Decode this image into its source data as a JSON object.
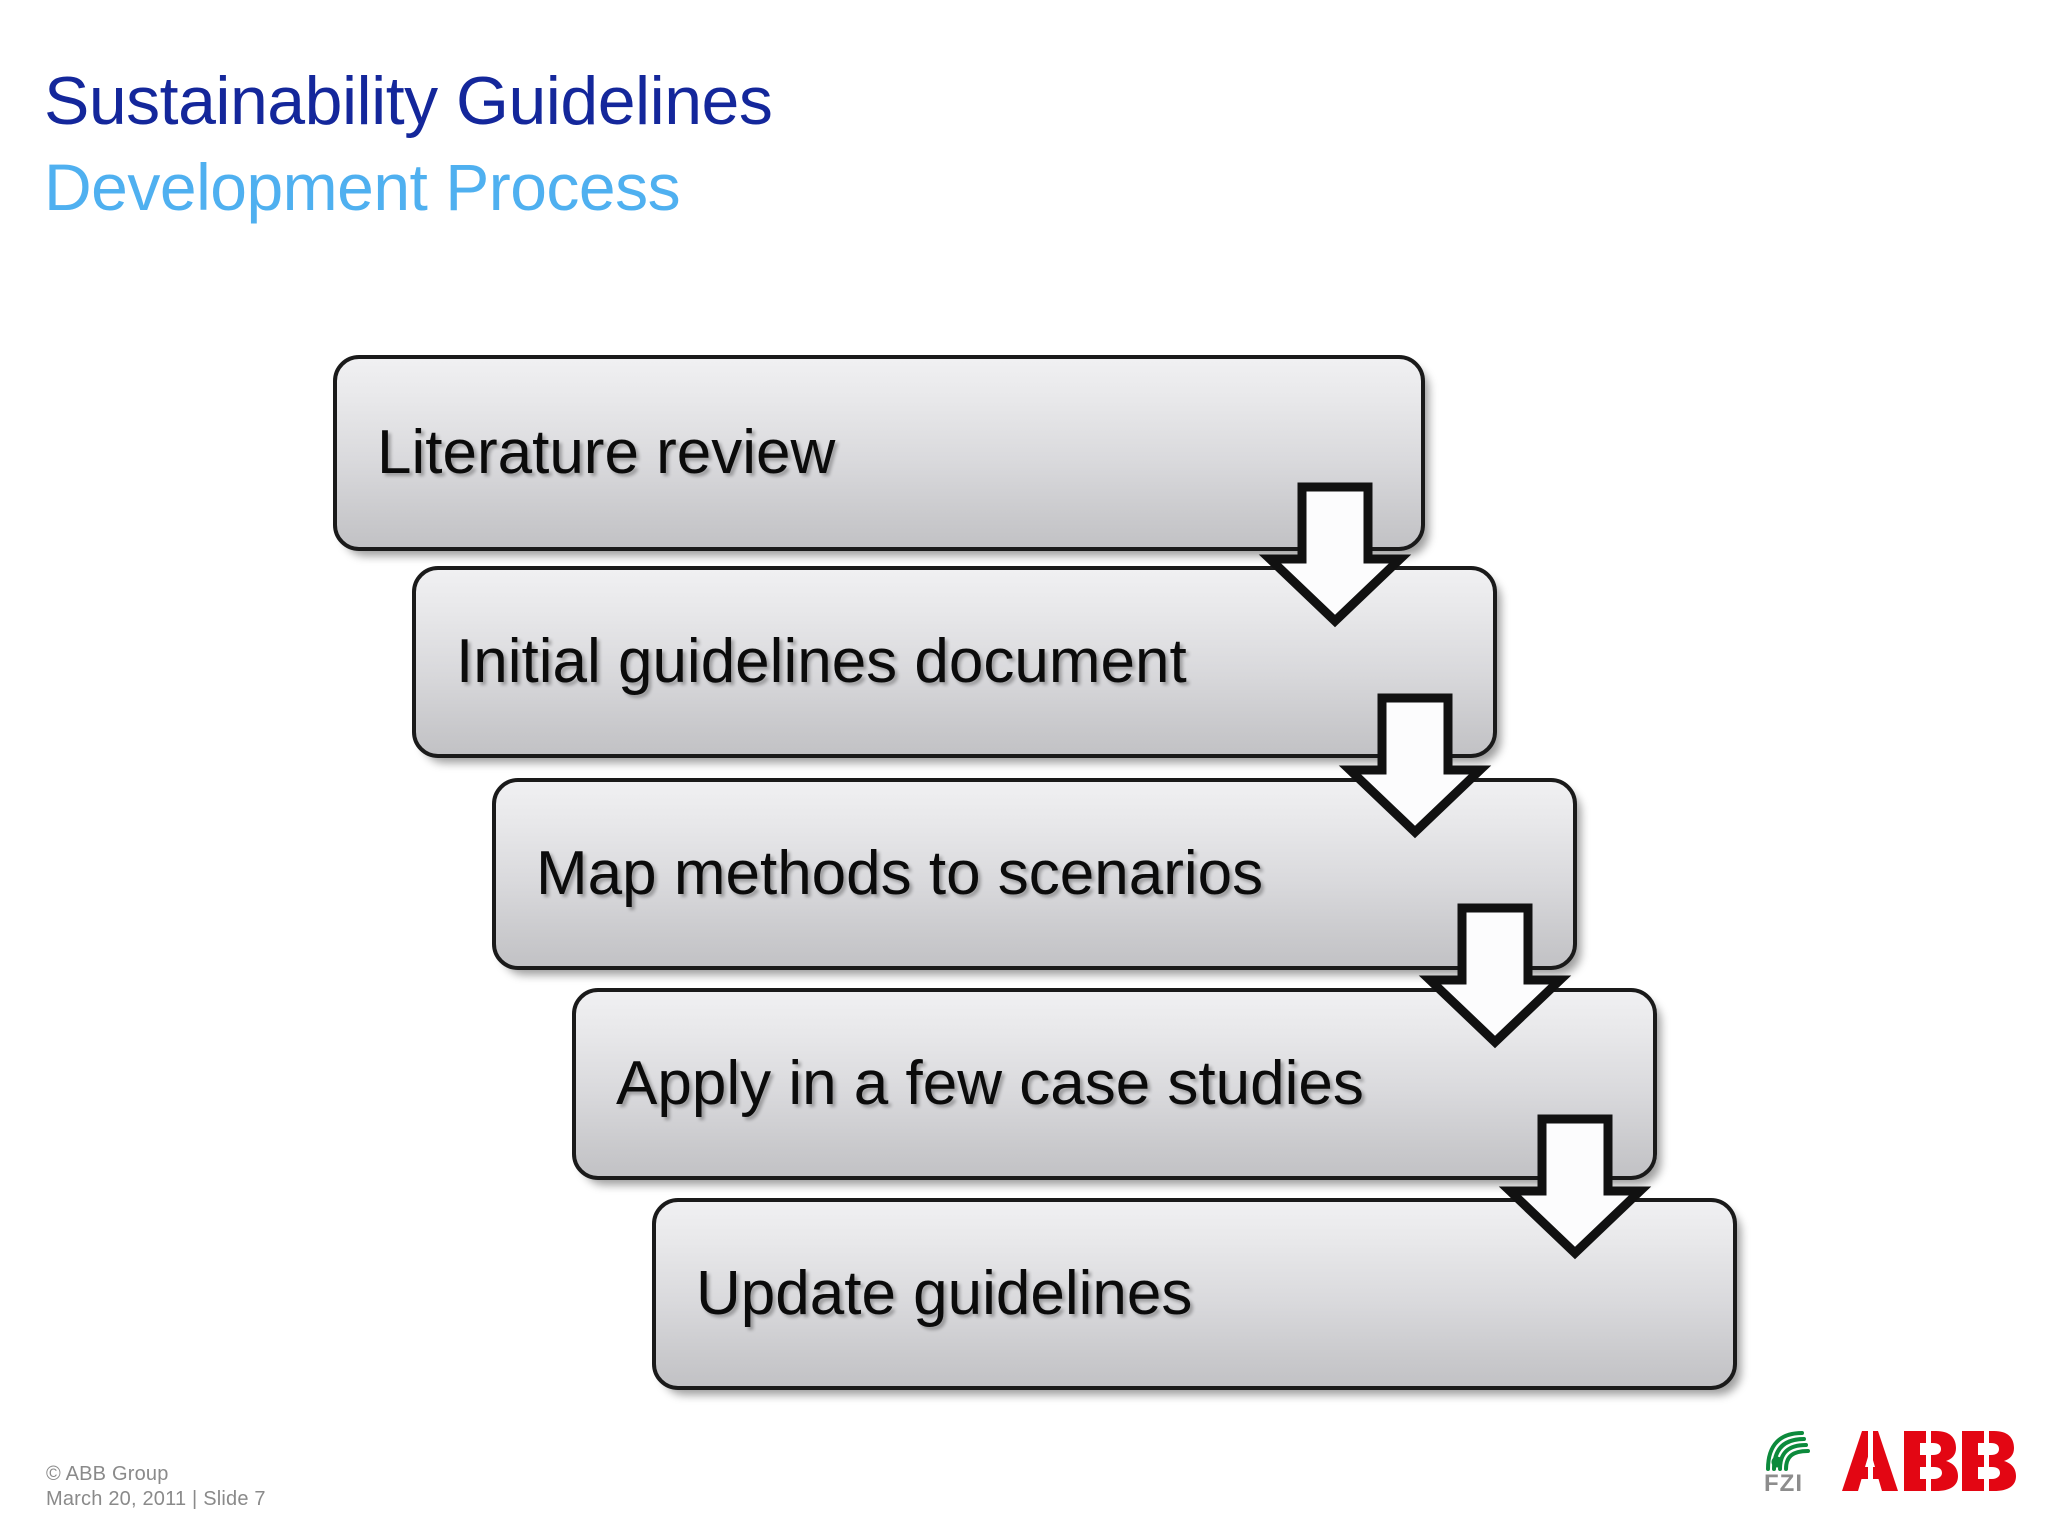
{
  "slide": {
    "title_line1": "Sustainability Guidelines",
    "title_line2": "Development Process",
    "title_color_primary": "#14279B",
    "title_color_secondary": "#4FB0F0",
    "background": "#FFFFFF"
  },
  "process": {
    "steps": [
      {
        "label": "Literature review"
      },
      {
        "label": "Initial guidelines document"
      },
      {
        "label": "Map methods to scenarios"
      },
      {
        "label": "Apply in a few case studies"
      },
      {
        "label": "Update guidelines"
      }
    ],
    "connector_icon": "down-arrow-icon",
    "box_fill_top": "#F0F0F2",
    "box_fill_bottom": "#C2C2C5",
    "box_border": "#1A1A1A"
  },
  "footer": {
    "copyright": "© ABB Group",
    "date_slide": "March 20, 2011 | Slide 7",
    "text_color": "#8A8A8A"
  },
  "logos": {
    "fzi": {
      "wordmark": "FZI",
      "mark_icon": "fzi-swirl-icon",
      "mark_color": "#0C8A3C",
      "word_color": "#8D8D8D"
    },
    "abb": {
      "wordmark": "ABB",
      "mark_icon": "abb-wordmark-icon",
      "color": "#E30613"
    }
  }
}
